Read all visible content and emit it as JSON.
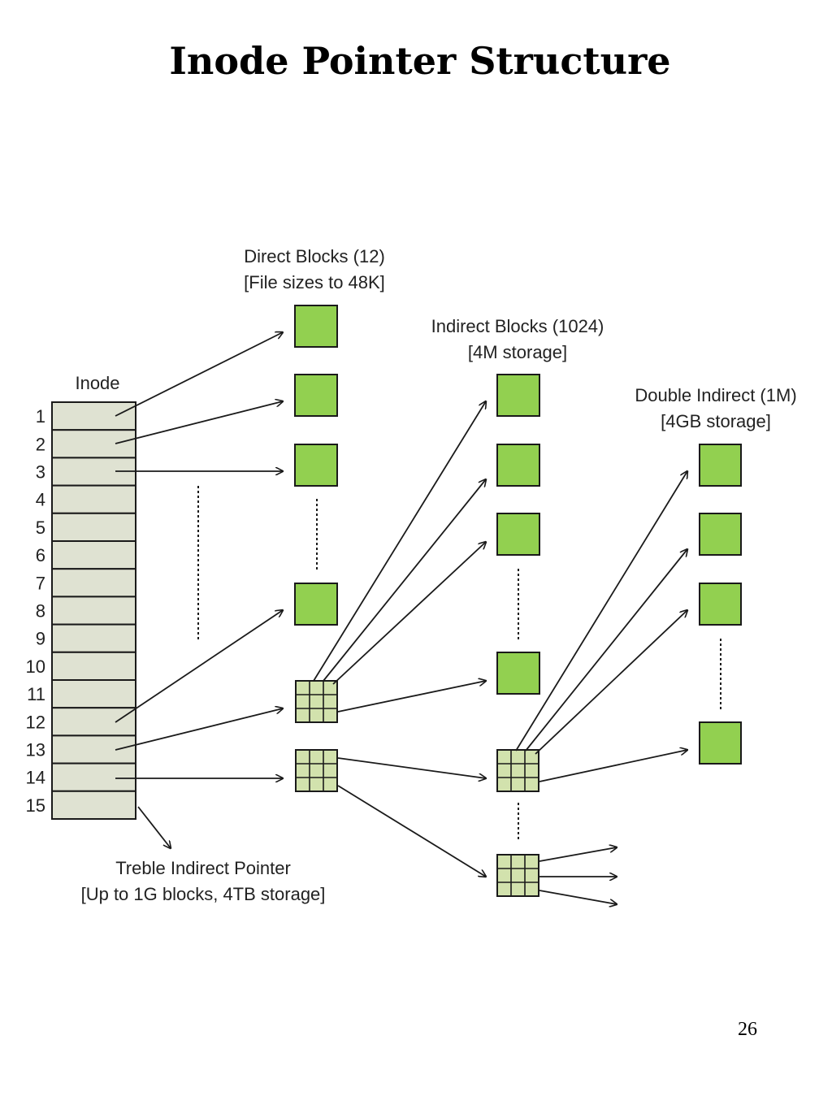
{
  "title": "Inode Pointer Structure",
  "page_number": "26",
  "inode": {
    "label": "Inode",
    "rows": [
      "1",
      "2",
      "3",
      "4",
      "5",
      "6",
      "7",
      "8",
      "9",
      "10",
      "11",
      "12",
      "13",
      "14",
      "15"
    ]
  },
  "direct_blocks": {
    "line1": "Direct Blocks (12)",
    "line2": "[File sizes to 48K]"
  },
  "indirect_blocks": {
    "line1": "Indirect Blocks (1024)",
    "line2": "[4M storage]"
  },
  "double_indirect": {
    "line1": "Double Indirect (1M)",
    "line2": "[4GB storage]"
  },
  "treble_indirect": {
    "line1": "Treble Indirect Pointer",
    "line2": "[Up to 1G blocks, 4TB storage]"
  },
  "colors": {
    "data_block": "#92d050",
    "pointer_block": "#d2e2ad",
    "inode": "#dfe2d2"
  }
}
